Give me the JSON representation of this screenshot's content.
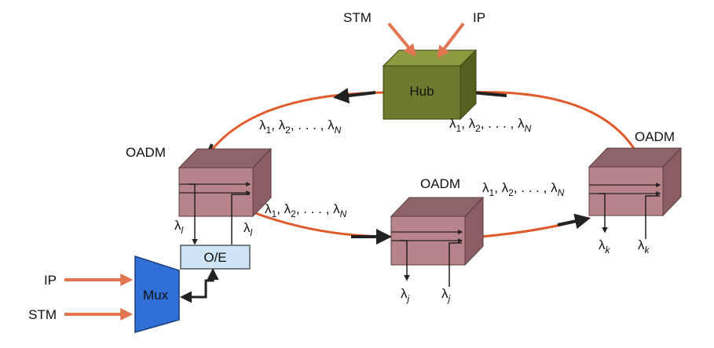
{
  "hub": {
    "label": "Hub",
    "inputs": [
      "STM",
      "IP"
    ]
  },
  "oadm_nodes": [
    {
      "label": "OADM",
      "drop": "l",
      "add": "l"
    },
    {
      "label": "OADM",
      "drop": "j",
      "add": "j"
    },
    {
      "label": "OADM",
      "drop": "k",
      "add": "k"
    }
  ],
  "wavelength_sets": {
    "lambda": "λ",
    "first": "1",
    "second": "2",
    "last": "N",
    "sep": ", ",
    "dots": ", . . . , "
  },
  "oe": {
    "label": "O/E"
  },
  "mux": {
    "label": "Mux",
    "inputs": [
      "IP",
      "STM"
    ]
  },
  "colors": {
    "ring": "#e05a2b",
    "hub_front": "#6e7a2e",
    "hub_top": "#8e9a40",
    "oadm_front": "#b88489",
    "oadm_top": "#8f6468",
    "mux": "#2f6fd6",
    "oe": "#cfe3f7",
    "input_arrow": "#e07550"
  }
}
